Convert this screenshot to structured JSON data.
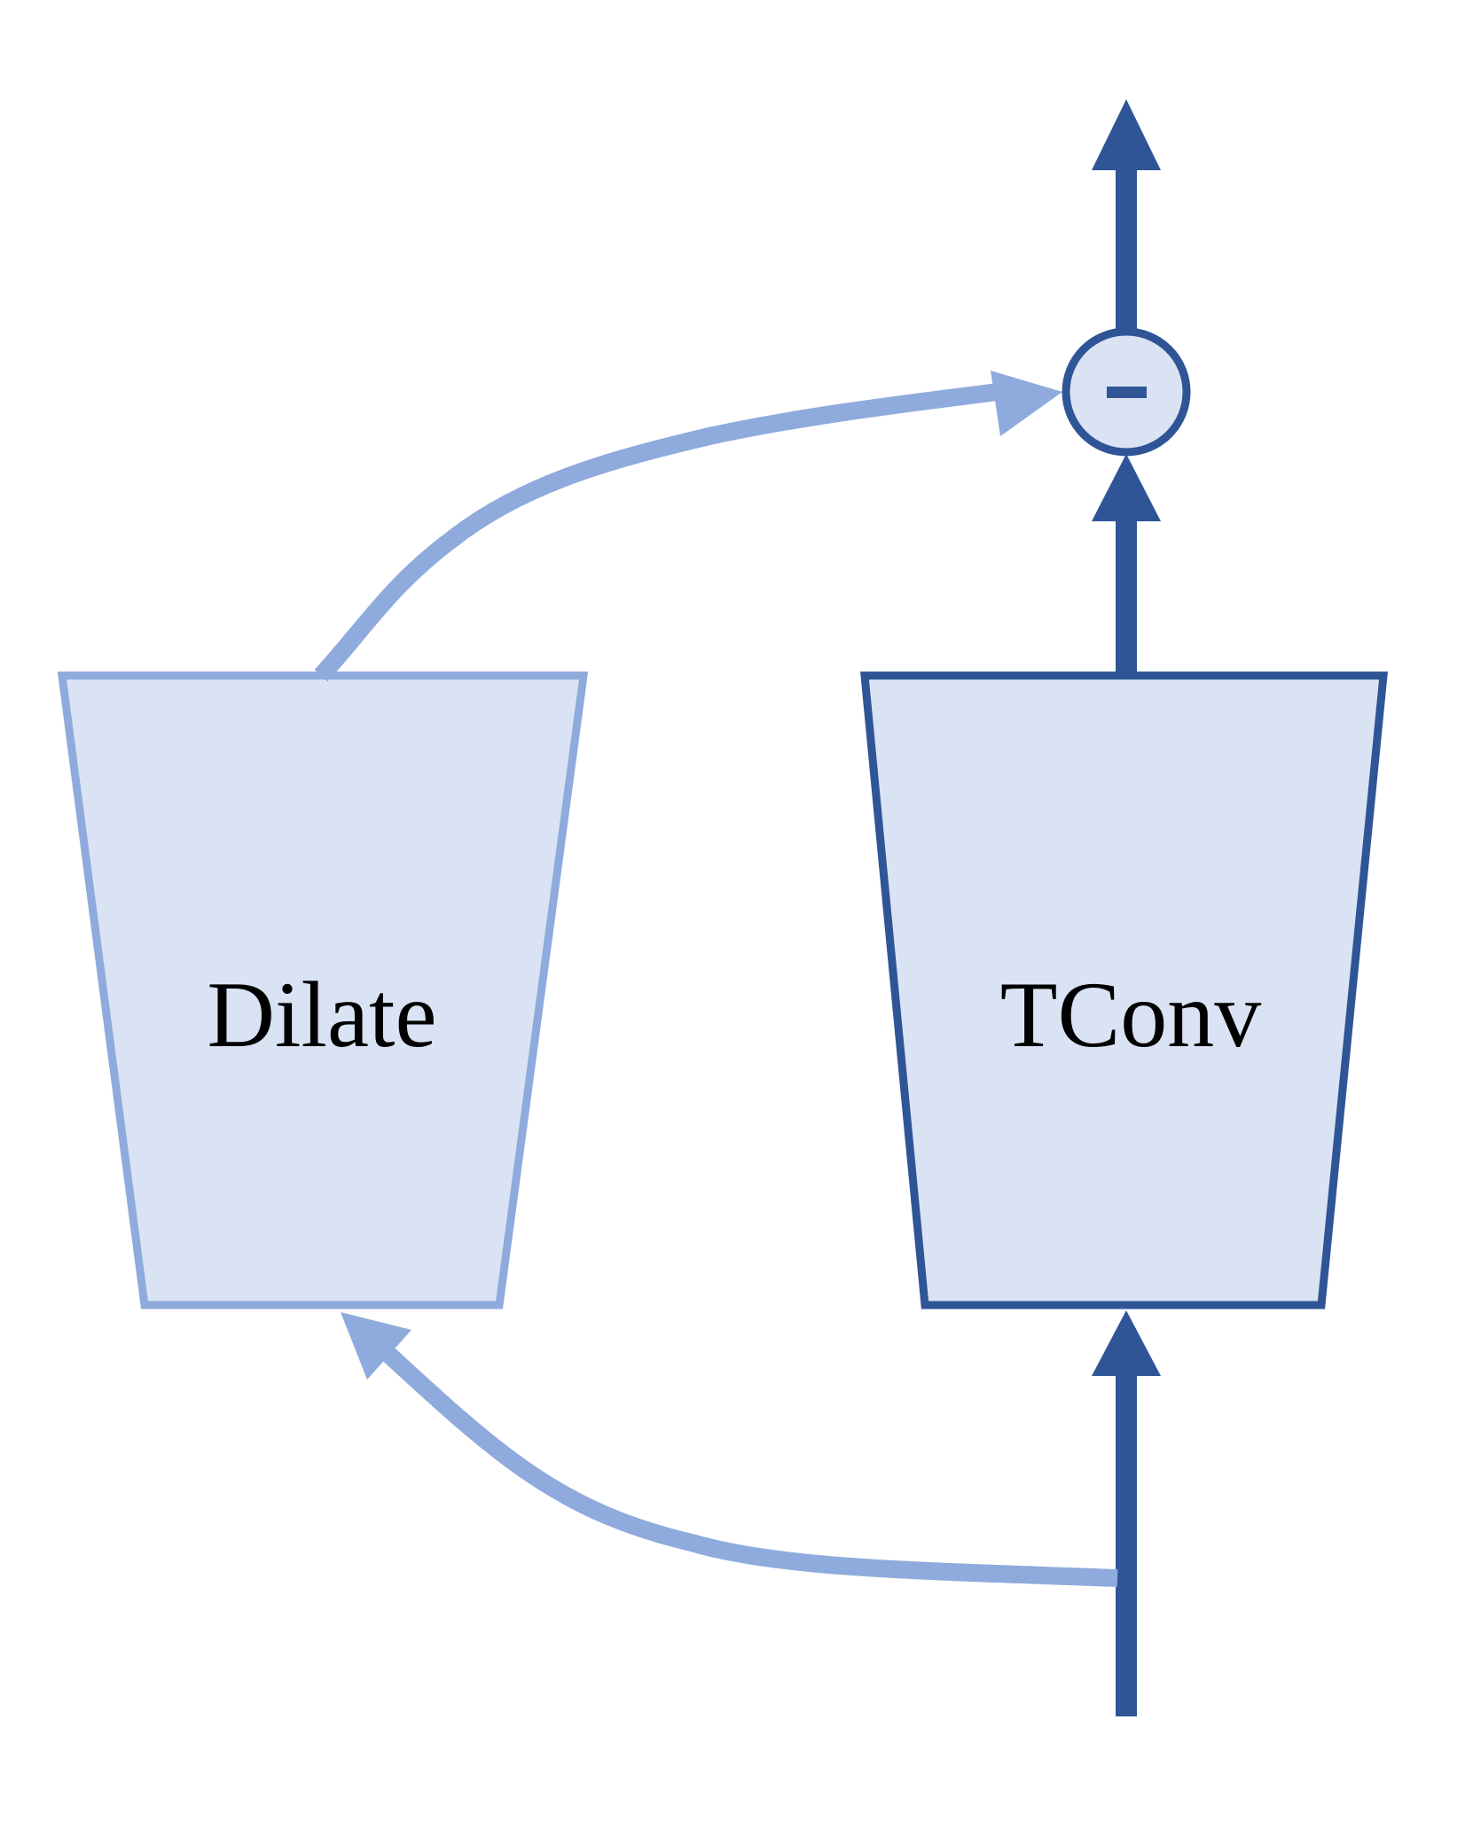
{
  "diagram": {
    "blocks": {
      "dilate": {
        "label": "Dilate"
      },
      "tconv": {
        "label": "TConv"
      }
    },
    "operator": {
      "symbol": "-",
      "meaning": "subtraction"
    },
    "colors": {
      "dark_blue": "#2f5597",
      "light_blue": "#8faadc",
      "fill": "#dae3f3",
      "text": "#000000",
      "background": "#ffffff"
    },
    "edges": [
      {
        "from": "input",
        "to": "tconv",
        "style": "dark"
      },
      {
        "from": "input",
        "to": "dilate",
        "style": "light"
      },
      {
        "from": "tconv",
        "to": "operator",
        "style": "dark"
      },
      {
        "from": "dilate",
        "to": "operator",
        "style": "light"
      },
      {
        "from": "operator",
        "to": "output",
        "style": "dark"
      }
    ]
  }
}
